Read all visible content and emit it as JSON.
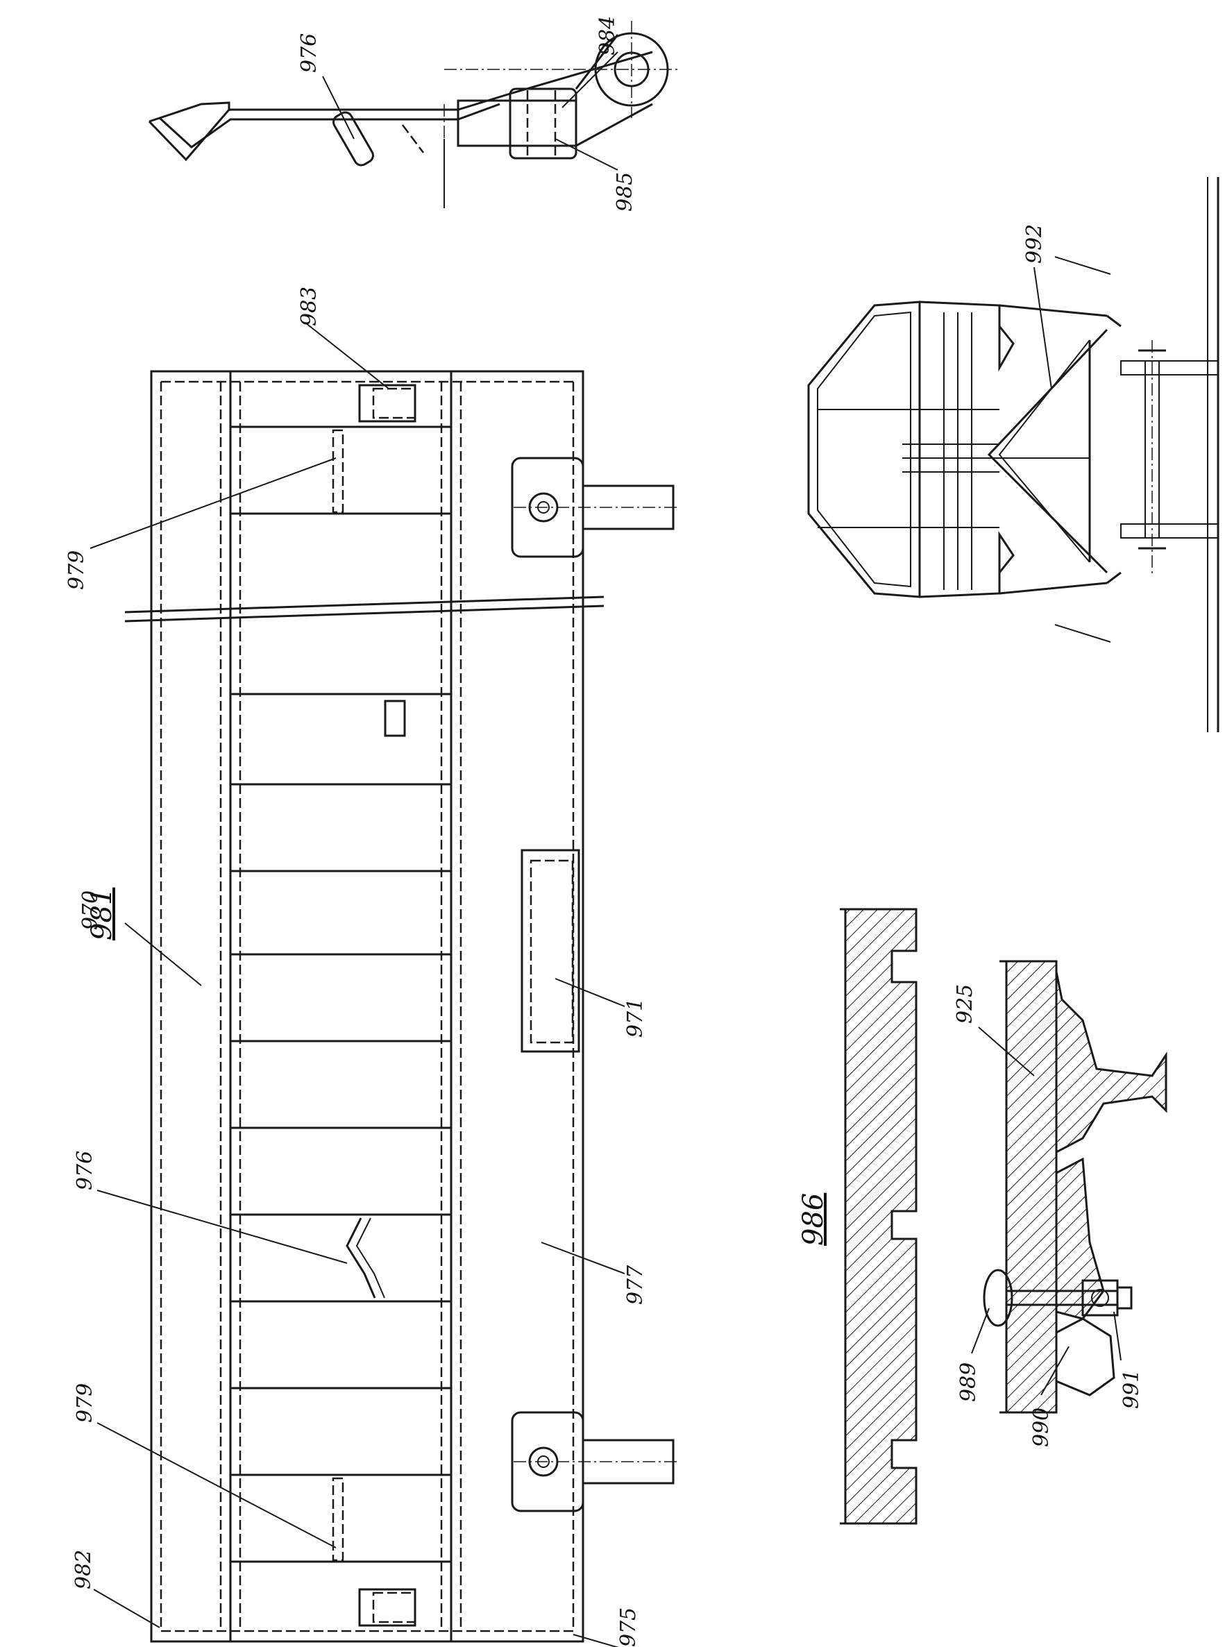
{
  "labels": {
    "fig_981": "981",
    "fig_986": "986",
    "p970": "970",
    "p971": "971",
    "p975": "975",
    "p976_top": "976",
    "p976_mid": "976",
    "p977": "977",
    "p979_top": "979",
    "p979_bottom": "979",
    "p982": "982",
    "p983": "983",
    "p984": "984",
    "p985": "985",
    "p925": "925",
    "p989": "989",
    "p990": "990",
    "p991": "991",
    "p992": "992"
  },
  "colors": {
    "ink": "#1a1a1a",
    "paper": "#ffffff"
  }
}
